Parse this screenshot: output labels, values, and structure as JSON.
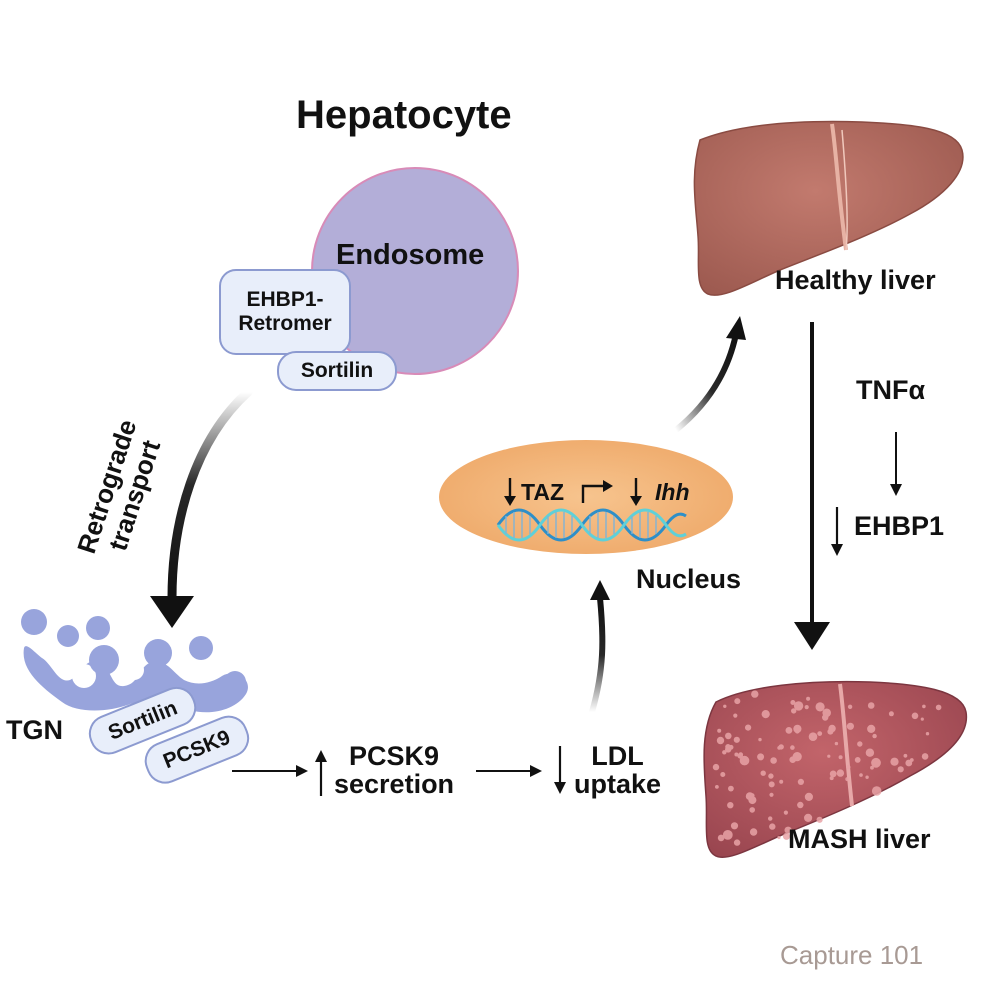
{
  "title": "Hepatocyte",
  "endosome": {
    "label": "Endosome"
  },
  "complexes": {
    "ehbp1_retromer": "EHBP1-\nRetromer",
    "sortilin_top": "Sortilin",
    "sortilin_tgn": "Sortilin",
    "pcsk9_tgn": "PCSK9"
  },
  "transport": {
    "line1": "Retrograde",
    "line2": "transport"
  },
  "tgn": {
    "label": "TGN"
  },
  "pathway": {
    "pcsk9_secretion": "PCSK9\nsecretion",
    "ldl_uptake": "LDL\nuptake"
  },
  "nucleus": {
    "label": "Nucleus",
    "taz": "TAZ",
    "ihh": "Ihh"
  },
  "liver": {
    "healthy": "Healthy liver",
    "mash": "MASH liver",
    "tnf": "TNFα",
    "ehbp1": "EHBP1"
  },
  "watermark": "Capture 101",
  "colors": {
    "endosome_fill": "#b3aed8",
    "endosome_stroke": "#d88bb8",
    "pill_fill": "#e8eefa",
    "pill_stroke": "#8c9ad0",
    "tgn_fill": "#98a4dc",
    "nucleus_fill": "#f3b77d",
    "dna_a": "#2e8fc8",
    "dna_b": "#5fd0d8",
    "healthy_liver": "#b36b60",
    "mash_liver": "#b2575e"
  }
}
